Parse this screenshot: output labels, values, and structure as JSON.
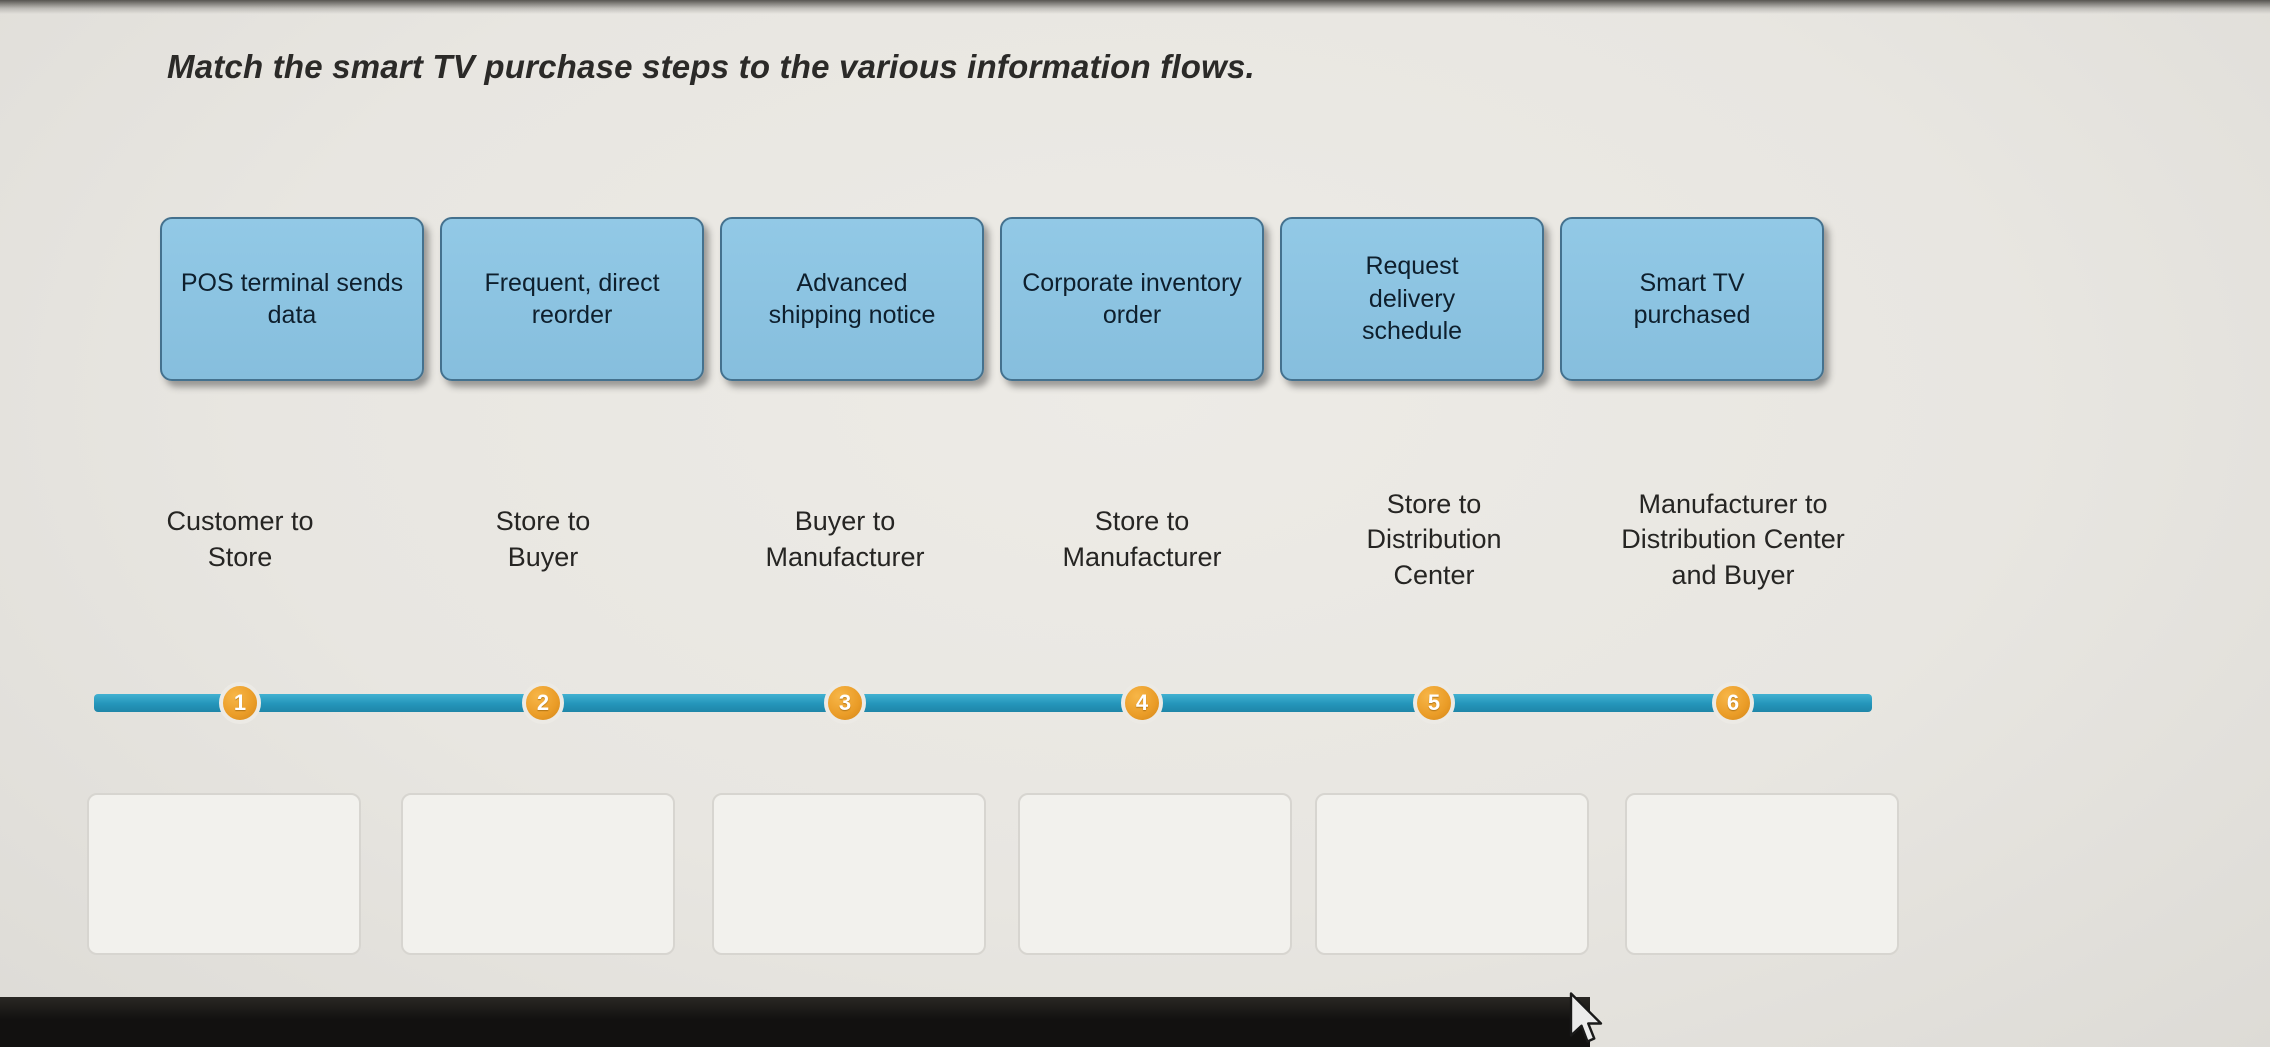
{
  "instruction": "Match the smart TV purchase steps to the various information flows.",
  "cards": [
    {
      "label": "POS terminal sends data"
    },
    {
      "label": "Frequent, direct reorder"
    },
    {
      "label": "Advanced shipping notice"
    },
    {
      "label": "Corporate inventory order"
    },
    {
      "label": "Request delivery schedule"
    },
    {
      "label": "Smart TV purchased"
    }
  ],
  "flows": [
    {
      "label": "Customer to Store"
    },
    {
      "label": "Store to Buyer"
    },
    {
      "label": "Buyer to Manufacturer"
    },
    {
      "label": "Store to Manufacturer"
    },
    {
      "label": "Store to Distribution Center"
    },
    {
      "label": "Manufacturer to Distribution Center and Buyer"
    }
  ],
  "timeline": {
    "markers": [
      "1",
      "2",
      "3",
      "4",
      "5",
      "6"
    ]
  },
  "drop_zone_count": 6,
  "colors": {
    "card_blue": "#8ec5e2",
    "card_border": "#44718e",
    "timeline_teal": "#2b9fc2",
    "marker_orange": "#e99a28",
    "background": "#e8e6e1"
  }
}
